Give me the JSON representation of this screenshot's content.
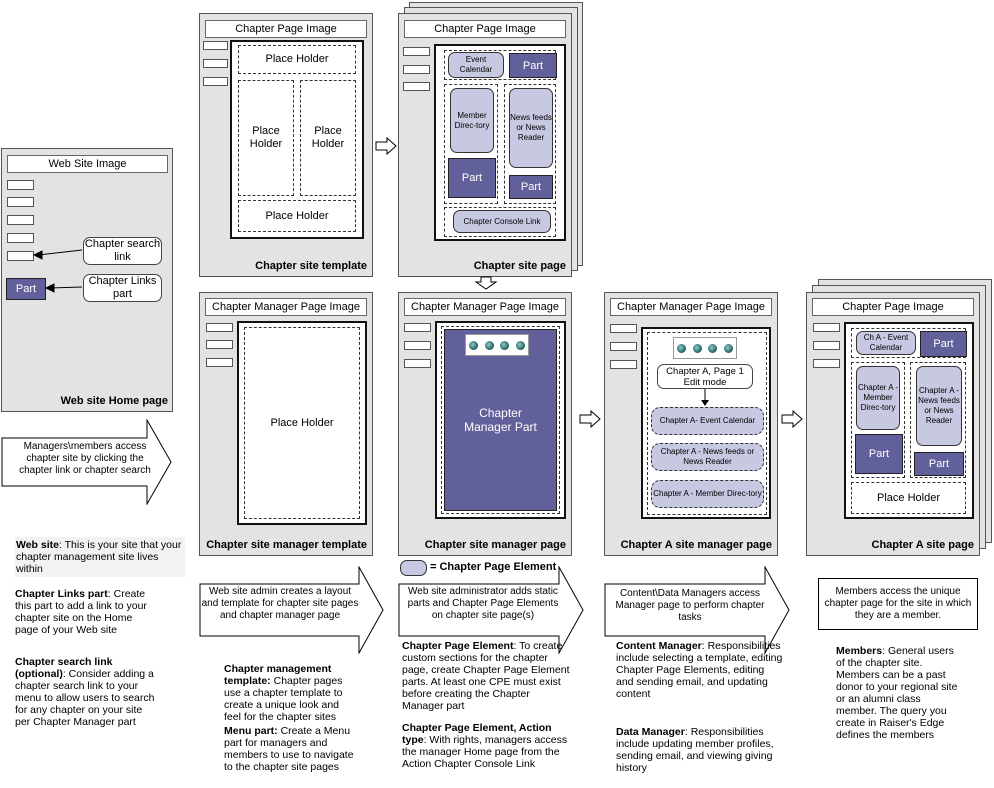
{
  "home": {
    "title": "Web Site Image",
    "callout_search": "Chapter search link",
    "callout_links": "Chapter Links part",
    "part_label": "Part",
    "caption": "Web site Home page"
  },
  "site_template": {
    "title": "Chapter Page Image",
    "ph_top": "Place Holder",
    "ph_left": "Place Holder",
    "ph_right": "Place Holder",
    "ph_bottom": "Place Holder",
    "caption": "Chapter site template"
  },
  "site_page": {
    "title": "Chapter Page Image",
    "event_calendar": "Event Calendar",
    "part_top": "Part",
    "member_directory": "Member Direc-tory",
    "news_feeds": "News feeds or News Reader",
    "part_left": "Part",
    "part_right": "Part",
    "console_link": "Chapter Console Link",
    "caption": "Chapter site page"
  },
  "manager_template": {
    "title": "Chapter Manager Page Image",
    "place_holder": "Place Holder",
    "caption": "Chapter site manager template"
  },
  "manager_page": {
    "title": "Chapter Manager Page Image",
    "part_label": "Chapter Manager Part",
    "caption": "Chapter site manager page"
  },
  "a_manager_page": {
    "title": "Chapter Manager Page Image",
    "edit_mode": "Chapter A, Page 1 Edit mode",
    "event_calendar": "Chapter A- Event Calendar",
    "news_feeds": "Chapter A - News feeds or News Reader",
    "member_directory": "Chapter A - Member Direc-tory",
    "caption": "Chapter A site manager page"
  },
  "a_site_page": {
    "title": "Chapter Page Image",
    "event_calendar": "Ch A - Event Calendar",
    "part_top": "Part",
    "member_directory": "Chapter A - Member Direc-tory",
    "news_feeds": "Chapter A - News feeds or News Reader",
    "part_left": "Part",
    "part_right": "Part",
    "place_holder": "Place Holder",
    "caption": "Chapter A site page"
  },
  "legend": {
    "label": "= Chapter Page Element"
  },
  "arrows": {
    "a1": "Managers\\members access chapter site by clicking the chapter link or chapter search",
    "a2": "Web site admin creates a layout and template for chapter site pages and chapter manager page",
    "a3": "Web site administrator adds static parts and Chapter Page Elements on chapter site page(s)",
    "a4": "Content\\Data Managers access Manager page to perform chapter tasks",
    "a5": "Members access the unique chapter page for the site in which they are a member."
  },
  "notes": {
    "web_site_h": "Web site",
    "web_site_t": ": This is your site that your chapter management site lives within",
    "links_part_h": "Chapter Links part",
    "links_part_t": ": Create this part to add a link to your chapter site on the Home page of your Web site",
    "search_link_h": "Chapter search link (optional)",
    "search_link_t": ": Consider adding a chapter search link to your menu to allow users to search for any chapter on your site per Chapter Manager part",
    "mgmt_template_h": "Chapter management template:",
    "mgmt_template_t": " Chapter pages use a chapter template to create a unique look and feel for the chapter sites",
    "menu_part_h": "Menu part:",
    "menu_part_t": " Create a Menu part for managers and members to use to navigate to the chapter site pages",
    "cpe_h": "Chapter Page Element",
    "cpe_t": ": To create custom sections for the chapter page, create Chapter Page Element parts. At least one CPE must exist before creating the Chapter Manager part",
    "cpe_action_h": "Chapter Page Element, Action type",
    "cpe_action_t": ": With rights, managers access the manager Home page from the Action Chapter Console Link",
    "content_mgr_h": "Content Manager",
    "content_mgr_t": ": Responsibilities include selecting a template, editing Chapter Page Elements, editing and sending email, and updating content",
    "data_mgr_h": "Data Manager",
    "data_mgr_t": ": Responsibilities include updating member profiles, sending email, and viewing giving history",
    "members_h": "Members",
    "members_t": ": General users of the chapter site. Members can be a past donor to your regional site or an alumni class member. The query you create in Raiser's Edge defines the members"
  },
  "toolbar": {
    "icons": [
      "Note",
      "Set Pages",
      "Email",
      "Members"
    ]
  },
  "colors": {
    "part": "#62609a",
    "cpe": "#c7c8e2",
    "panel": "#e3e3e3"
  }
}
